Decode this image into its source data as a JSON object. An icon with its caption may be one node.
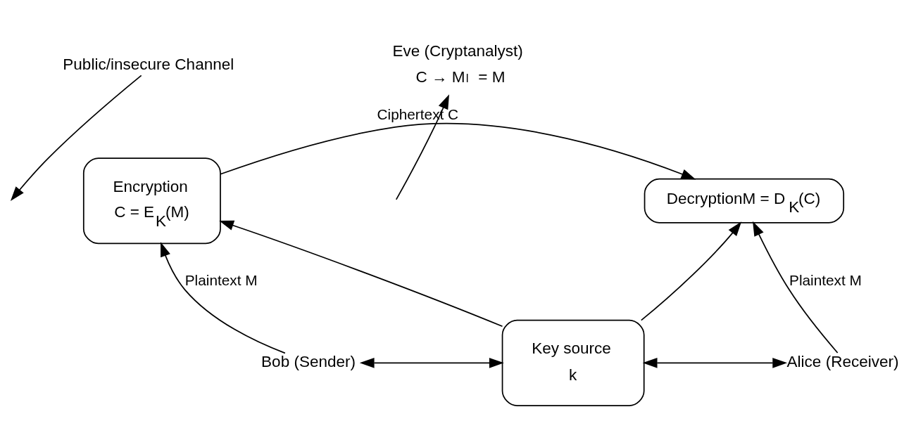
{
  "diagram": {
    "nodes": [
      {
        "text": [
          "Bob (Sender)"
        ]
      },
      {
        "text": [
          "Encryption",
          "C = E$_{K}$(M)"
        ]
      },
      {
        "text": [
          "DecryptionM = D$_{K}$(C)"
        ]
      },
      {
        "text": [
          "Alice (Receiver)"
        ]
      },
      {
        "text": [
          "Key source",
          "k"
        ]
      },
      {
        "text": [
          "Eve (Cryptanalyst)",
          "C → M$^{I}$ = M"
        ]
      },
      {
        "text": [
          "Public/insecure Channel"
        ]
      }
    ],
    "edges": [
      {
        "from": 0,
        "to": 1,
        "arrow": "to",
        "label": "Plaintext M"
      },
      {
        "from": 1,
        "to": 2,
        "arrow": "to",
        "label": "Ciphertext C"
      },
      {
        "from": 3,
        "to": 2,
        "arrow": "to",
        "label": "Plaintext M"
      },
      {
        "from": 4,
        "to": 1,
        "arrow": "to"
      },
      {
        "from": 4,
        "to": 2,
        "arrow": "to"
      },
      {
        "from": 0,
        "to": 4,
        "arrow": "both"
      },
      {
        "from": 4,
        "to": 3,
        "arrow": "both"
      },
      {
        "from": 6,
        "to": null,
        "arrow": "to"
      },
      {
        "from": null,
        "to": 5,
        "arrow": "to"
      }
    ]
  }
}
